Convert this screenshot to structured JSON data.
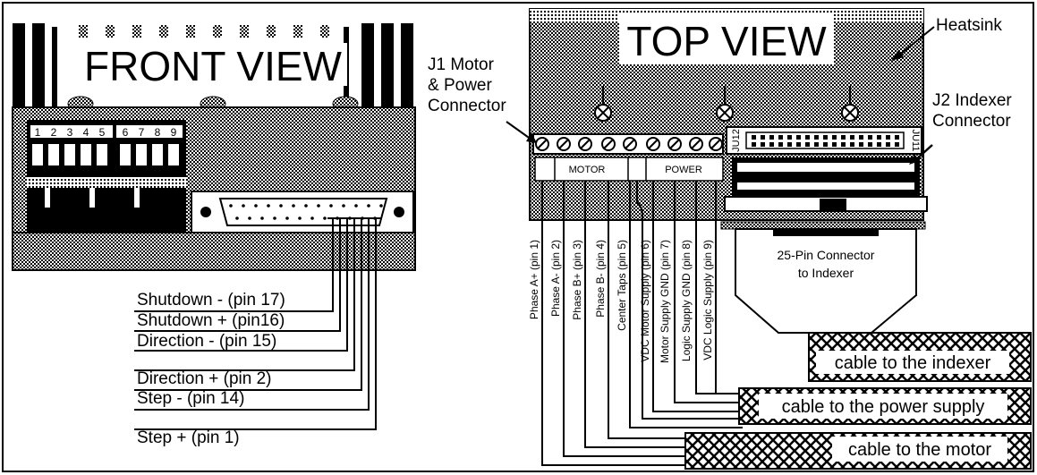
{
  "front_view": {
    "title": "FRONT VIEW",
    "switch_numbers": [
      "1",
      "2",
      "3",
      "4",
      "5",
      "6",
      "7",
      "8",
      "9"
    ],
    "pin_labels": [
      "Shutdown - (pin 17)",
      "Shutdown + (pin16)",
      "Direction - (pin 15)",
      "Direction + (pin 2)",
      "Step - (pin 14)",
      "Step + (pin 1)"
    ]
  },
  "top_view": {
    "title": "TOP VIEW",
    "heatsink_label": "Heatsink",
    "j1_label": [
      "J1 Motor",
      "& Power",
      "Connector"
    ],
    "j2_label": [
      "J2 Indexer",
      "Connector"
    ],
    "motor_section": "MOTOR",
    "power_section": "POWER",
    "j2_silk": [
      "JU12",
      "JU11"
    ],
    "connector_label": [
      "25-Pin Connector",
      "to Indexer"
    ],
    "terminal_labels": [
      "Phase A+ (pin 1)",
      "Phase A- (pin 2)",
      "Phase B+ (pin 3)",
      "Phase B- (pin 4)",
      "Center Taps (pin 5)",
      "VDC Motor Supply (pin 6)",
      "Motor Supply GND (pin 7)",
      "Logic Supply GND (pin 8)",
      "VDC Logic Supply (pin 9)"
    ],
    "cables": {
      "indexer": "cable to the indexer",
      "power": "cable to the power supply",
      "motor": "cable to the motor"
    }
  }
}
